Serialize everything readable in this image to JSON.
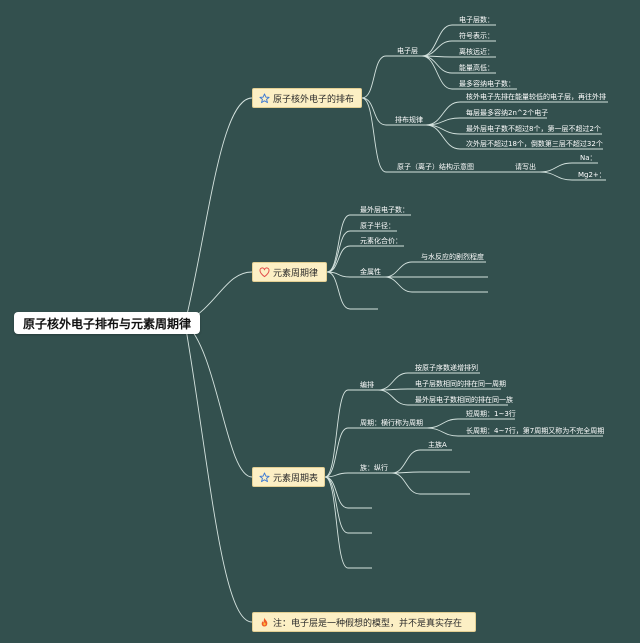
{
  "colors": {
    "background": "#33504e",
    "connector": "#d5e3df",
    "text_light": "#ffffff",
    "central_fill": "#ffffff",
    "branch_fill": "#fcefc4",
    "star": "#3a78d4",
    "heart": "#e24a4a",
    "fire": "#f05a28",
    "fire_inner": "#ffc23d"
  },
  "central": {
    "title": "原子核外电子排布与元素周期律"
  },
  "branches": [
    {
      "icon": "star-icon",
      "label": "原子核外电子的排布",
      "children": [
        {
          "label": "电子层",
          "children": [
            {
              "label": "电子层数："
            },
            {
              "label": "符号表示："
            },
            {
              "label": "离核远近："
            },
            {
              "label": "能量高低："
            },
            {
              "label": "最多容纳电子数："
            }
          ]
        },
        {
          "label": "排布规律",
          "children": [
            {
              "label": "核外电子先排在能量较低的电子层，再往外排"
            },
            {
              "label": "每层最多容纳2n^2个电子"
            },
            {
              "label": "最外层电子数不超过8个，第一层不超过2个"
            },
            {
              "label": "次外层不超过18个，倒数第三层不超过32个"
            }
          ]
        },
        {
          "label": "原子（离子）结构示意图",
          "children": [
            {
              "label": "请写出",
              "children": [
                {
                  "label": "Na："
                },
                {
                  "label": "Mg2+："
                }
              ]
            }
          ]
        }
      ]
    },
    {
      "icon": "heart-icon",
      "label": "元素周期律",
      "children": [
        {
          "label": "最外层电子数："
        },
        {
          "label": "原子半径："
        },
        {
          "label": "元素化合价："
        },
        {
          "label": "金属性",
          "children": [
            {
              "label": "与水反应的剧烈程度"
            }
          ]
        }
      ]
    },
    {
      "icon": "star-icon",
      "label": "元素周期表",
      "children": [
        {
          "label": "编排",
          "children": [
            {
              "label": "按原子序数递增排列"
            },
            {
              "label": "电子层数相同的排在同一周期"
            },
            {
              "label": "最外层电子数相同的排在同一族"
            }
          ]
        },
        {
          "label": "周期：横行称为周期",
          "children": [
            {
              "label": "短周期：1~3行"
            },
            {
              "label": "长周期：4~7行，第7周期又称为不完全周期"
            }
          ]
        },
        {
          "label": "族：纵行",
          "children": [
            {
              "label": "主族A"
            }
          ]
        }
      ]
    },
    {
      "icon": "fire-icon",
      "label": "注：电子层是一种假想的模型，并不是真实存在"
    }
  ]
}
